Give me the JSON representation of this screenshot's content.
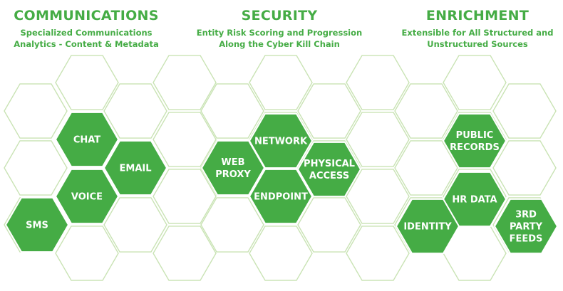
{
  "colors": {
    "accent": "#45ac45",
    "outline": "#c9e3b4",
    "text": "#ffffff"
  },
  "columns": [
    {
      "title": "COMMUNICATIONS",
      "subtitle_lines": [
        "Specialized Communications",
        "Analytics - Content & Metadata"
      ]
    },
    {
      "title": "SECURITY",
      "subtitle_lines": [
        "Entity Risk Scoring and Progression",
        "Along the Cyber Kill Chain"
      ]
    },
    {
      "title": "ENRICHMENT",
      "subtitle_lines": [
        "Extensible for All Structured and",
        "Unstructured Sources"
      ]
    }
  ],
  "hexes": [
    {
      "name": "chat",
      "lines": [
        "CHAT"
      ]
    },
    {
      "name": "email",
      "lines": [
        "EMAIL"
      ]
    },
    {
      "name": "voice",
      "lines": [
        "VOICE"
      ]
    },
    {
      "name": "sms",
      "lines": [
        "SMS"
      ]
    },
    {
      "name": "network",
      "lines": [
        "NETWORK"
      ]
    },
    {
      "name": "web-proxy",
      "lines": [
        "WEB",
        "PROXY"
      ]
    },
    {
      "name": "physical-access",
      "lines": [
        "PHYSICAL",
        "ACCESS"
      ]
    },
    {
      "name": "endpoint",
      "lines": [
        "ENDPOINT"
      ]
    },
    {
      "name": "public-records",
      "lines": [
        "PUBLIC",
        "RECORDS"
      ]
    },
    {
      "name": "hr-data",
      "lines": [
        "HR DATA"
      ]
    },
    {
      "name": "identity",
      "lines": [
        "IDENTITY"
      ]
    },
    {
      "name": "3rd-party-feeds",
      "lines": [
        "3RD",
        "PARTY",
        "FEEDS"
      ]
    }
  ]
}
